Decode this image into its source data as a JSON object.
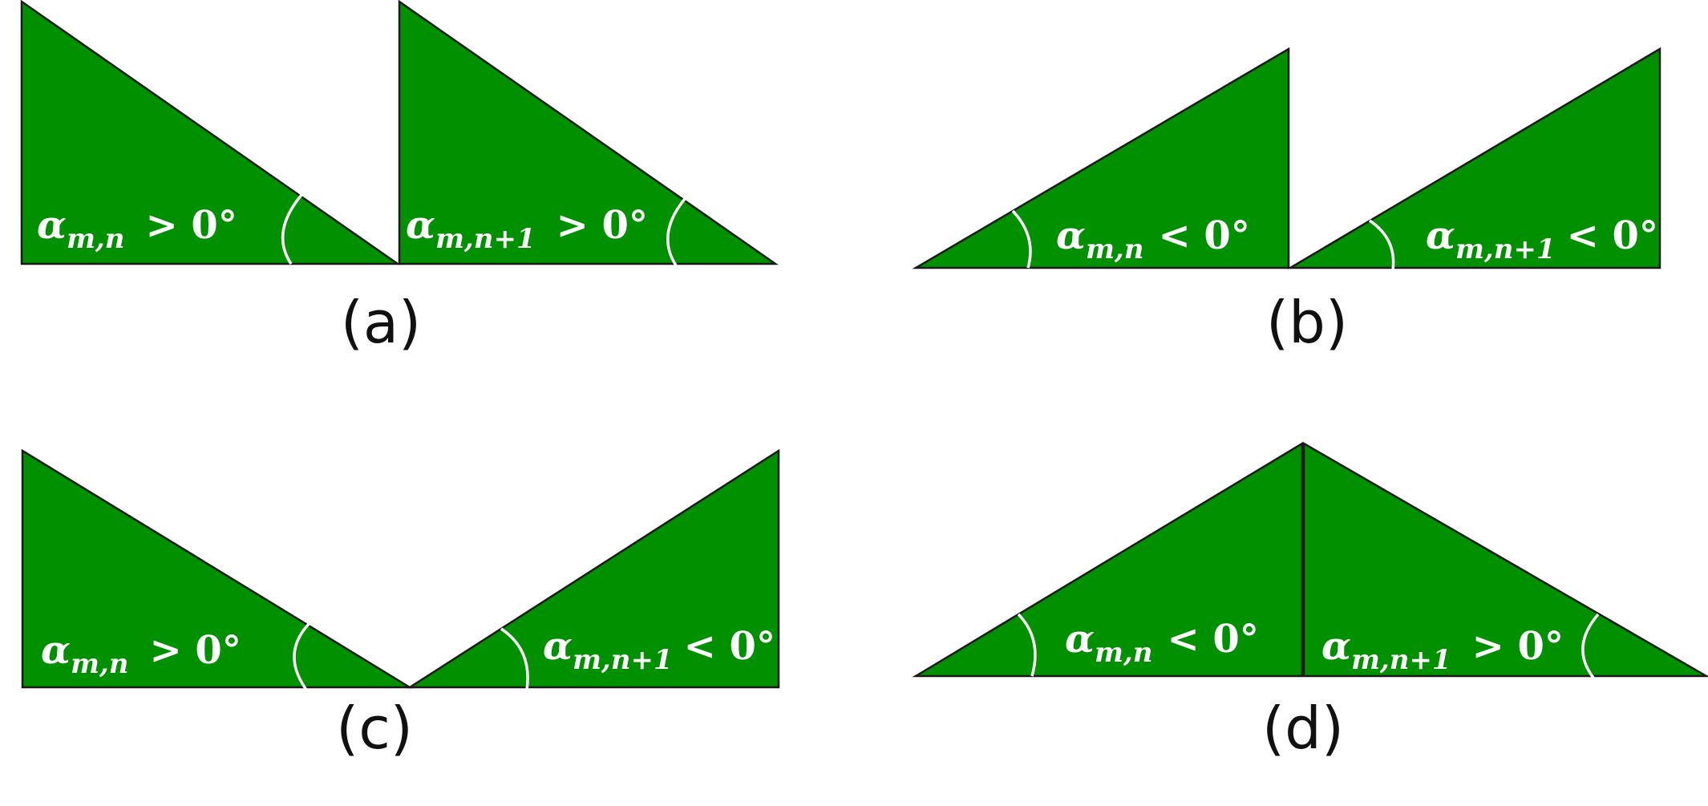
{
  "panels": {
    "a": {
      "label": "(a)",
      "left": {
        "symbol": "α",
        "subscript": "m,n",
        "relation": "> 0°"
      },
      "right": {
        "symbol": "α",
        "subscript": "m,n+1",
        "relation": "> 0°"
      }
    },
    "b": {
      "label": "(b)",
      "left": {
        "symbol": "α",
        "subscript": "m,n",
        "relation": "< 0°"
      },
      "right": {
        "symbol": "α",
        "subscript": "m,n+1",
        "relation": "< 0°"
      }
    },
    "c": {
      "label": "(c)",
      "left": {
        "symbol": "α",
        "subscript": "m,n",
        "relation": "> 0°"
      },
      "right": {
        "symbol": "α",
        "subscript": "m,n+1",
        "relation": "< 0°"
      }
    },
    "d": {
      "label": "(d)",
      "left": {
        "symbol": "α",
        "subscript": "m,n",
        "relation": "< 0°"
      },
      "right": {
        "symbol": "α",
        "subscript": "m,n+1",
        "relation": "> 0°"
      }
    }
  },
  "colors": {
    "triangle_fill": "#009000",
    "triangle_stroke": "#1a1a1a",
    "annotation": "#ffffff"
  }
}
